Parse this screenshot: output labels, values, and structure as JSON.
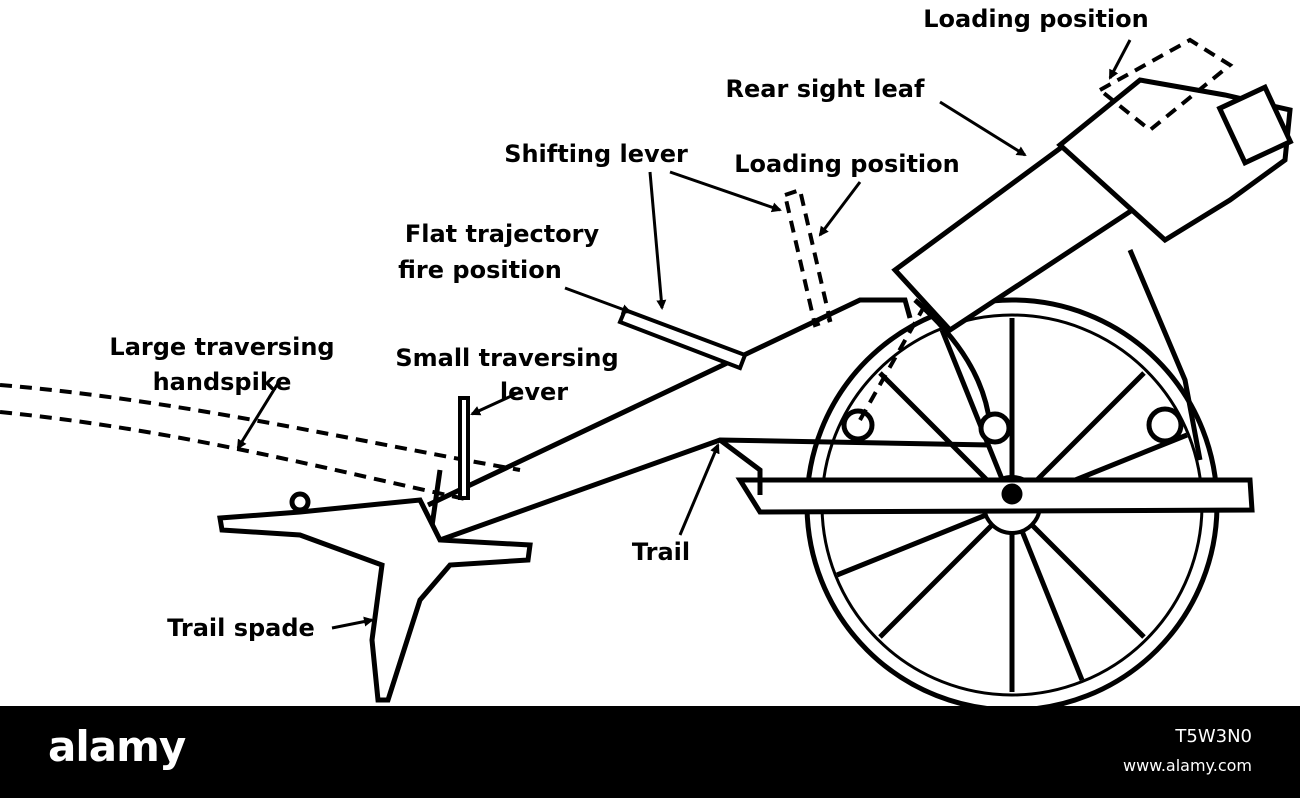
{
  "labels": {
    "loading_position_top": "Loading position",
    "rear_sight_leaf": "Rear sight leaf",
    "shifting_lever": "Shifting lever",
    "loading_position_mid": "Loading position",
    "flat_trajectory_line1": "Flat trajectory",
    "flat_trajectory_line2": "fire position",
    "large_traversing_line1": "Large traversing",
    "large_traversing_line2": "handspike",
    "small_traversing_line1": "Small traversing",
    "small_traversing_line2": "lever",
    "trail": "Trail",
    "trail_spade": "Trail spade"
  },
  "footer": {
    "brand": "alamy",
    "image_id": "T5W3N0",
    "site": "www.alamy.com"
  }
}
